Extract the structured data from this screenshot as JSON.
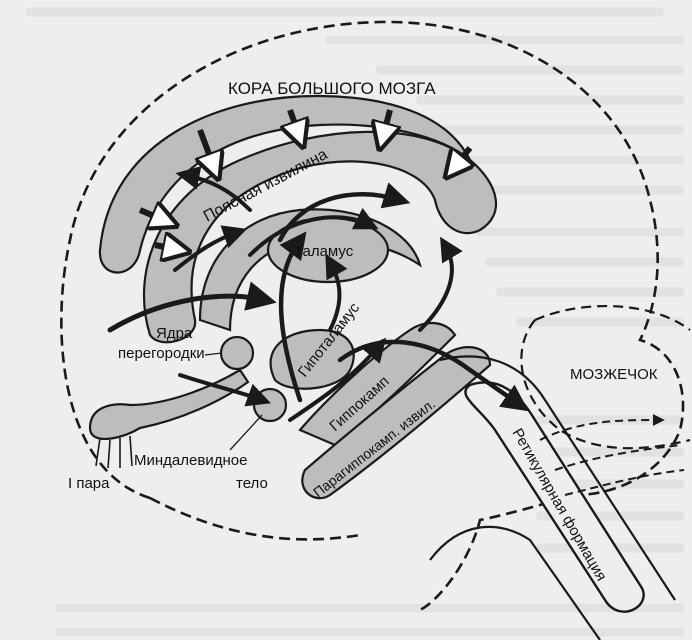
{
  "labels": {
    "cortex": "КОРА БОЛЬШОГО МОЗГА",
    "cingulate": "Поясная извилина",
    "thalamus": "Таламус",
    "septal_nuclei_1": "Ядра",
    "septal_nuclei_2": "перегородки",
    "hypothalamus": "Гипоталамус",
    "hippocampus": "Гиппокамп",
    "parahippocampal": "Парагиппокамп. извил.",
    "amygdala_1": "Миндалевидное",
    "amygdala_2": "тело",
    "cn1": "I пара",
    "cerebellum": "МОЗЖЕЧОК",
    "reticular": "Ретикулярная формация"
  },
  "colors": {
    "background": "#eeeeee",
    "structure_fill": "#bdbdbd",
    "outline": "#1a1a1a"
  }
}
